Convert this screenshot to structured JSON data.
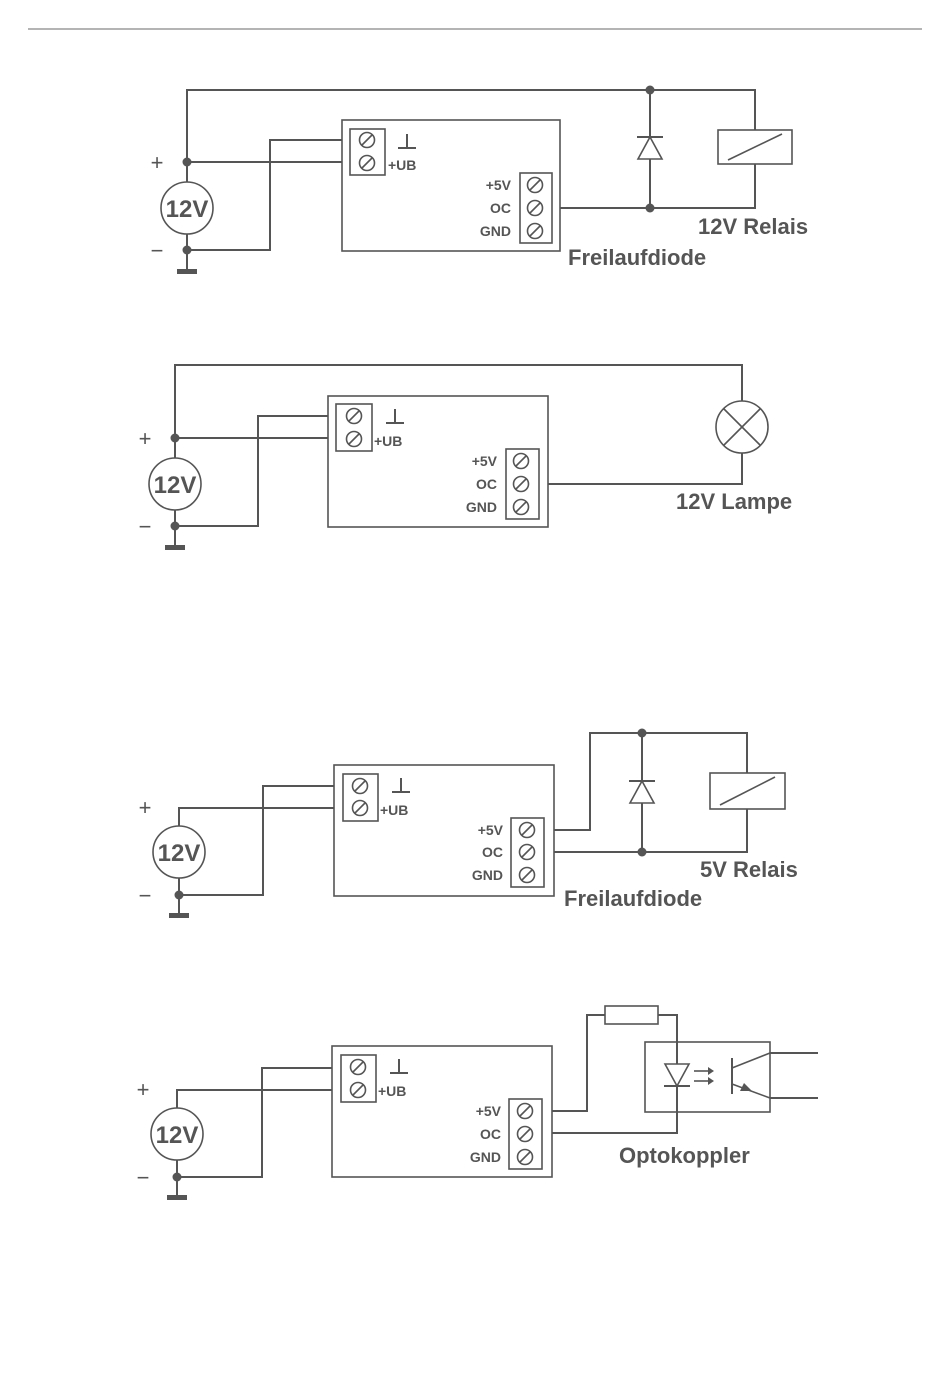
{
  "common": {
    "plus_sign": "+",
    "minus_sign": "−",
    "source_label": "12V",
    "ub_label": "+UB",
    "pin_5v": "+5V",
    "pin_oc": "OC",
    "pin_gnd": "GND"
  },
  "circuit1": {
    "load_label": "12V Relais",
    "diode_label": "Freilaufdiode"
  },
  "circuit2": {
    "load_label": "12V Lampe"
  },
  "circuit3": {
    "load_label": "5V Relais",
    "diode_label": "Freilaufdiode"
  },
  "circuit4": {
    "load_label": "Optokoppler"
  },
  "colors": {
    "line": "#555555",
    "background": "#ffffff"
  }
}
